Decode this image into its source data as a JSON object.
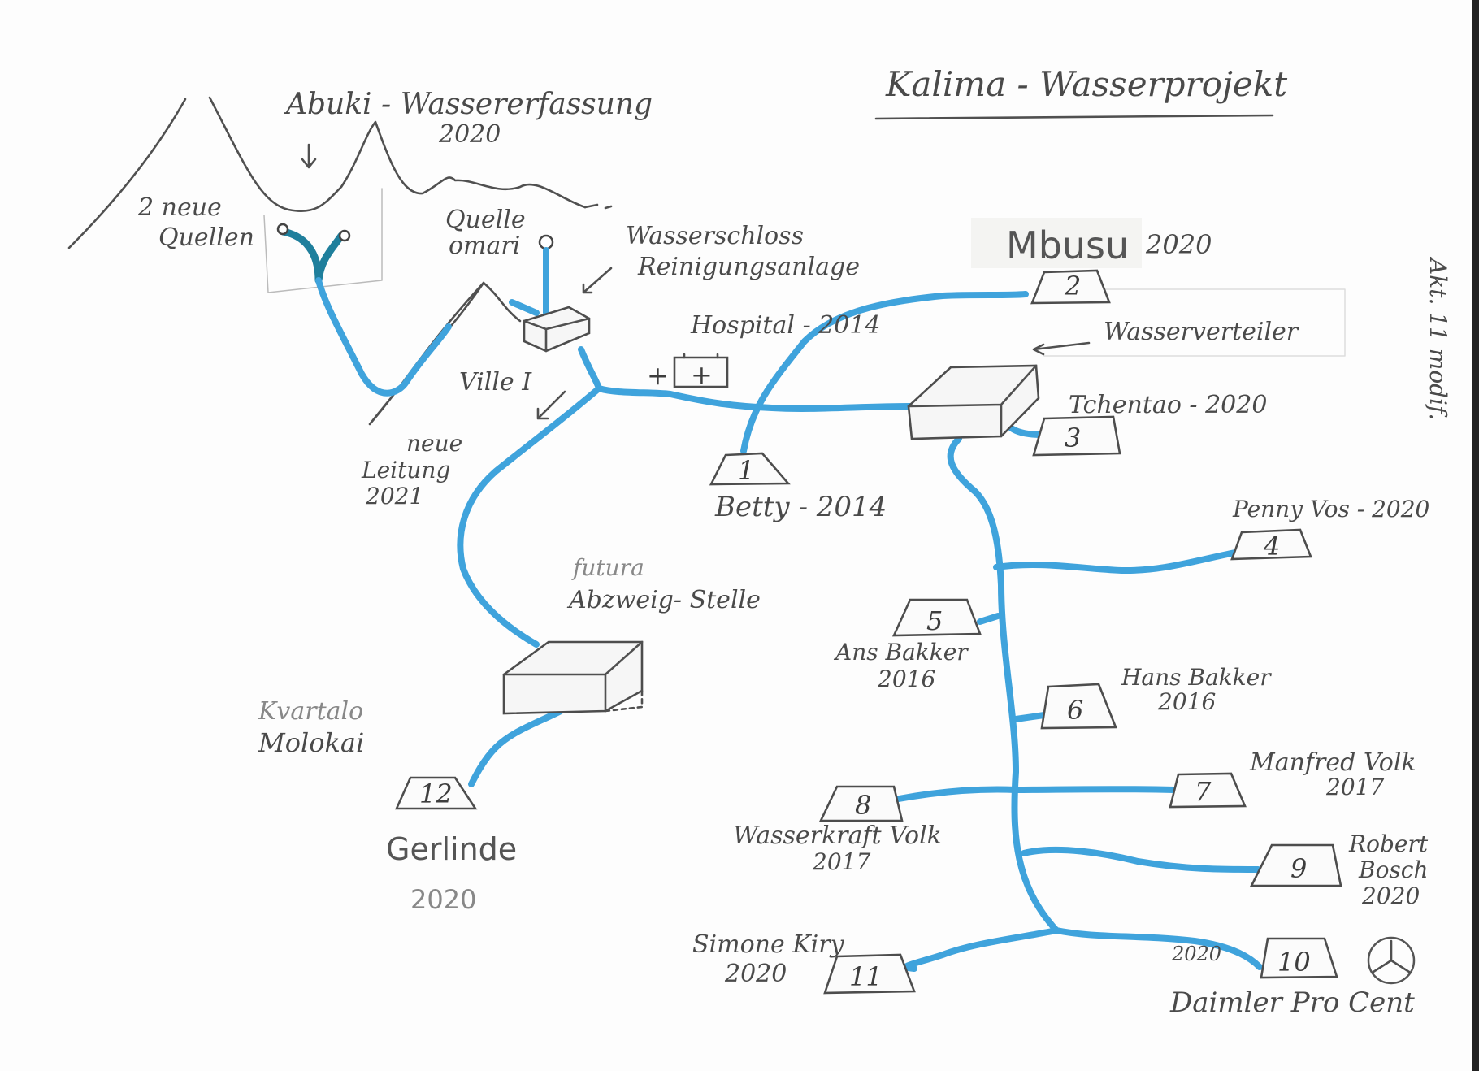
{
  "title": "Kalima - Wasserprojekt",
  "labels": {
    "abuki": "Abuki - Wassererfassung",
    "abuki_year": "2020",
    "neue_quellen_1": "2 neue",
    "neue_quellen_2": "Quellen",
    "quelle_1": "Quelle",
    "quelle_2": "omari",
    "wasserschloss_1": "Wasserschloss",
    "wasserschloss_2": "Reinigungsanlage",
    "hospital": "Hospital - 2014",
    "ville": "Ville I",
    "neue_leitung_1": "neue",
    "neue_leitung_2": "Leitung",
    "neue_leitung_3": "2021",
    "wasserverteiler": "Wasserverteiler",
    "mbusu": "Mbusu",
    "mbusu_year": "2020",
    "tchentao": "Tchentao - 2020",
    "betty": "Betty - 2014",
    "penny": "Penny Vos - 2020",
    "futura_1": "futura",
    "futura_2": "Abzweig- Stelle",
    "ans_1": "Ans Bakker",
    "ans_2": "2016",
    "hans_1": "Hans Bakker",
    "hans_2": "2016",
    "kvartalo_1": "Kvartalo",
    "kvartalo_2": "Molokai",
    "manfred_1": "Manfred Volk",
    "manfred_2": "2017",
    "wasserkraft_1": "Wasserkraft Volk",
    "wasserkraft_2": "2017",
    "robert_1": "Robert",
    "robert_2": "Bosch",
    "robert_3": "2020",
    "gerlinde_1": "Gerlinde",
    "gerlinde_2": "2020",
    "simone_1": "Simone Kiry",
    "simone_2": "2020",
    "daimler_year": "2020",
    "daimler": "Daimler Pro Cent",
    "margin_note": "Akt. 11 modif."
  },
  "stations": {
    "n1": "1",
    "n2": "2",
    "n3": "3",
    "n4": "4",
    "n5": "5",
    "n6": "6",
    "n7": "7",
    "n8": "8",
    "n9": "9",
    "n10": "10",
    "n11": "11",
    "n12": "12",
    "hospital_cross": "+"
  },
  "colors": {
    "pipe": "#3fa3dc",
    "pipe_source": "#1f7f9c",
    "pencil": "#505050"
  }
}
